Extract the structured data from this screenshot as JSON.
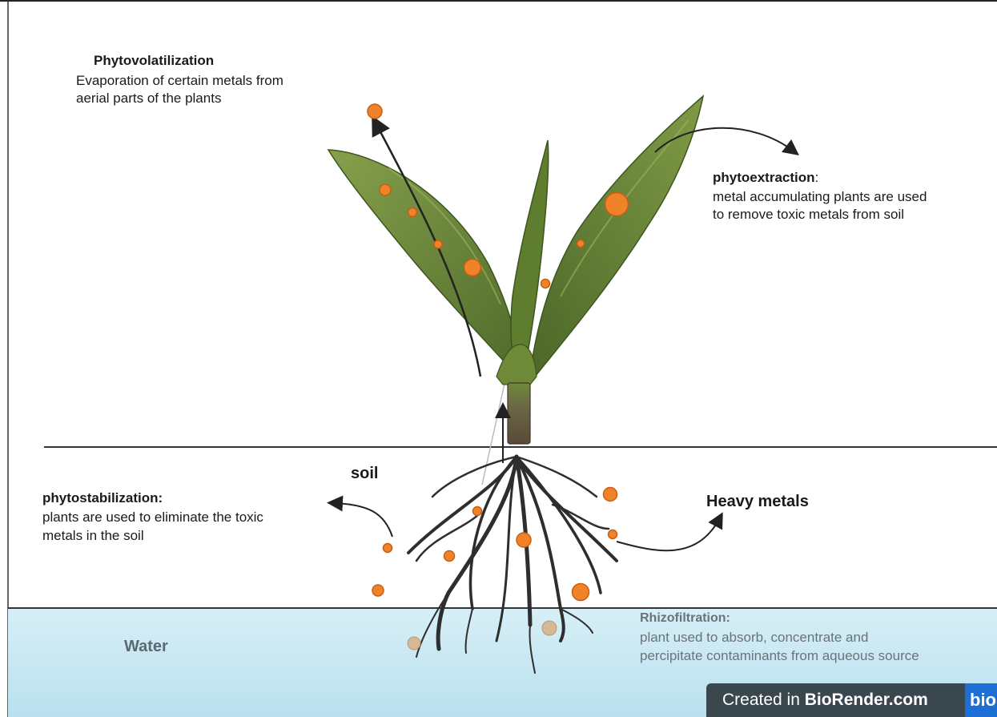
{
  "phytovolatilization": {
    "title": "Phytovolatilization",
    "line1": "Evaporation of certain metals from",
    "line2": "aerial parts of the plants"
  },
  "phytoextraction": {
    "title": "phytoextraction",
    "colon": ":",
    "line1": "metal accumulating plants are used",
    "line2": "to remove toxic metals from soil"
  },
  "phytostabilization": {
    "title": "phytostabilization:",
    "line1": "plants are used to eliminate the toxic",
    "line2": "metals in the soil"
  },
  "soil_label": "soil",
  "heavy_metals_label": "Heavy metals",
  "water_label": "Water",
  "rhizofiltration": {
    "title": "Rhizofiltration:",
    "line1": "plant used to absorb, concentrate and",
    "line2": "percipitate contaminants from aqueous source"
  },
  "badge": {
    "prefix": "Created in ",
    "brand": "BioRender.com",
    "logo": "bio"
  },
  "colors": {
    "leaf_dark": "#4f6b2a",
    "leaf_light": "#7d9a45",
    "metal_orange": "#f0822a",
    "root": "#2e2e2e",
    "water": "#c9e8f2",
    "stem": "#6b5b44"
  }
}
